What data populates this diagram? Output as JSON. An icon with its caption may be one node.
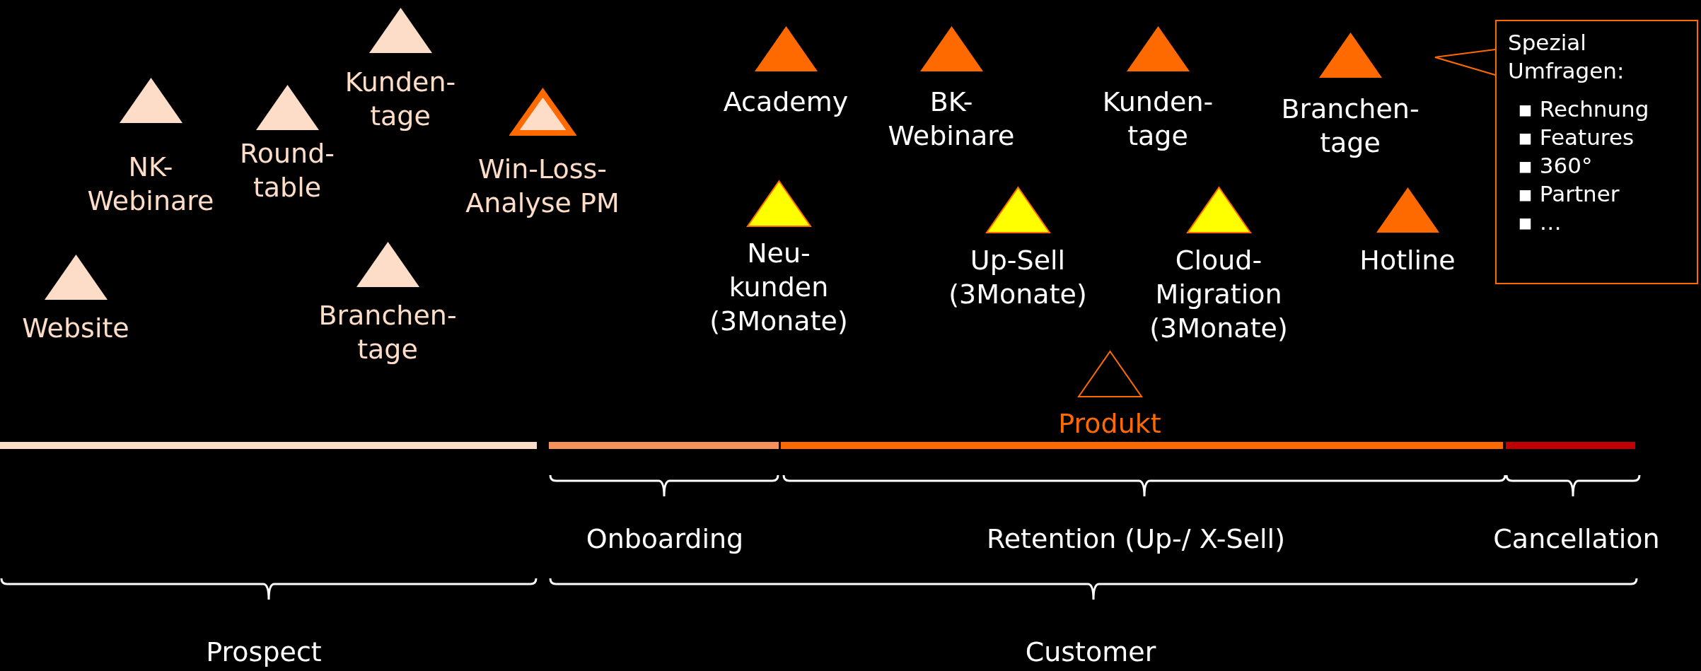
{
  "diagram": {
    "nodes": [
      {
        "text": [
          "Website"
        ]
      },
      {
        "text": [
          "NK- Webinare"
        ]
      },
      {
        "text": [
          "Round- table"
        ]
      },
      {
        "text": [
          "Kunden- tage"
        ]
      },
      {
        "text": [
          "Branchen- tage"
        ]
      },
      {
        "text": [
          "Win-Loss- Analyse PM"
        ]
      },
      {
        "text": [
          "Academy"
        ]
      },
      {
        "text": [
          "BK- Webinare"
        ]
      },
      {
        "text": [
          "Kunden- tage"
        ]
      },
      {
        "text": [
          "Branchen- tage"
        ]
      },
      {
        "text": [
          "Spezial Umfragen:",
          "▪ Rechnung",
          "▪ Features",
          "▪ 360°",
          "▪ Partner",
          "▪ …"
        ]
      },
      {
        "text": [
          "Neu- kunden (3Monate)"
        ]
      },
      {
        "text": [
          "Up-Sell (3Monate)"
        ]
      },
      {
        "text": [
          "Cloud- Migration (3Monate)"
        ]
      },
      {
        "text": [
          "Hotline"
        ]
      },
      {
        "text": [
          "Produkt"
        ]
      }
    ],
    "edges": [
      {
        "from": 10,
        "to": 9,
        "arrow": "none"
      }
    ],
    "labels": [
      "Onboarding",
      "Retention (Up-/ X-Sell)",
      "Cancellation",
      "Prospect",
      "Customer"
    ]
  }
}
